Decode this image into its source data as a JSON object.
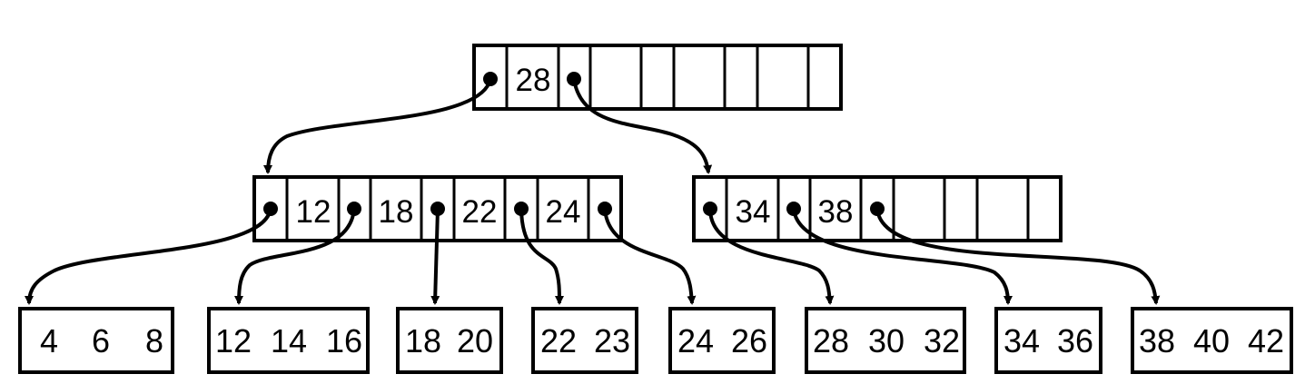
{
  "root": {
    "keys": [
      "28"
    ]
  },
  "internal_left": {
    "keys": [
      "12",
      "18",
      "22",
      "24"
    ]
  },
  "internal_right": {
    "keys": [
      "34",
      "38"
    ]
  },
  "leaves": [
    {
      "values": [
        "4",
        "6",
        "8"
      ]
    },
    {
      "values": [
        "12",
        "14",
        "16"
      ]
    },
    {
      "values": [
        "18",
        "20"
      ]
    },
    {
      "values": [
        "22",
        "23"
      ]
    },
    {
      "values": [
        "24",
        "26"
      ]
    },
    {
      "values": [
        "28",
        "30",
        "32"
      ]
    },
    {
      "values": [
        "34",
        "36"
      ]
    },
    {
      "values": [
        "38",
        "40",
        "42"
      ]
    }
  ]
}
